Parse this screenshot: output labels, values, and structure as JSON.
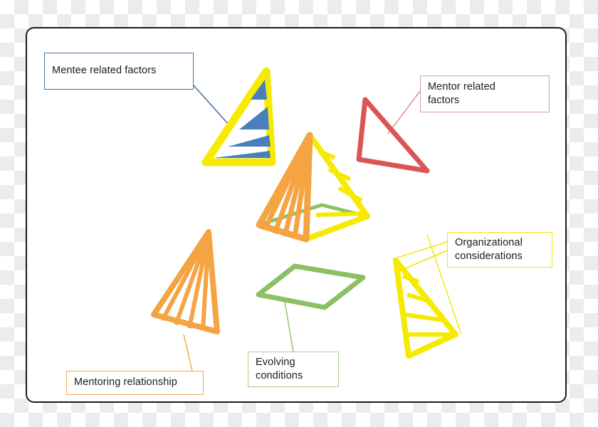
{
  "diagram": {
    "title": "Mentoring relationship conceptual diagram",
    "frame": {
      "border_color": "#1a1a1a",
      "fill": "#ffffff"
    },
    "labels": [
      {
        "id": "mentee",
        "text": "Mentee related factors",
        "border_color": "#4372a8",
        "connector_color": "#3f6fa8"
      },
      {
        "id": "mentor",
        "text": "Mentor related factors",
        "border_color": "#e0a0a0",
        "connector_color": "#dc7d7d"
      },
      {
        "id": "org",
        "text": "Organizational considerations",
        "border_color": "#f2e600",
        "connector_color": "#f2e600"
      },
      {
        "id": "evolving",
        "text": "Evolving conditions",
        "border_color": "#a8cf8f",
        "connector_color": "#8cc163"
      },
      {
        "id": "rel",
        "text": "Mentoring relationship",
        "border_color": "#f0a860",
        "connector_color": "#f5a443"
      }
    ],
    "label_lines": {
      "mentee": [
        "Mentee related factors"
      ],
      "mentor": [
        "Mentor related",
        "factors"
      ],
      "org": [
        "Organizational",
        "considerations"
      ],
      "evolving": [
        "Evolving",
        "conditions"
      ],
      "rel": [
        "Mentoring relationship"
      ]
    },
    "colors": {
      "yellow": "#f5ea00",
      "blue": "#4a7fbd",
      "blue_dark": "#1f4e79",
      "red": "#dc5555",
      "orange": "#f5a443",
      "green": "#8cc163",
      "frame": "#1a1a1a"
    },
    "shapes": [
      {
        "id": "mentee-triangle",
        "name": "yellow-outlined triangle with blue bands",
        "stroke": "#f5ea00",
        "fill": "#4a7fbd",
        "bands": 4
      },
      {
        "id": "mentor-triangle",
        "name": "red outline triangle",
        "stroke": "#dc5555"
      },
      {
        "id": "relationship-triangle",
        "name": "orange fan triangle",
        "stroke": "#f5a443",
        "rays": 5
      },
      {
        "id": "organizational-triangle",
        "name": "yellow ladder triangle",
        "stroke": "#f5ea00",
        "rungs": 4
      },
      {
        "id": "evolving-parallelogram",
        "name": "green parallelogram base",
        "stroke": "#8cc163"
      },
      {
        "id": "center-pyramid",
        "name": "composite pyramid",
        "faces": [
          "orange-fan-left",
          "yellow-ladder-right",
          "blue-dashed-edge",
          "red-dashed-edge",
          "green-base"
        ]
      }
    ]
  }
}
